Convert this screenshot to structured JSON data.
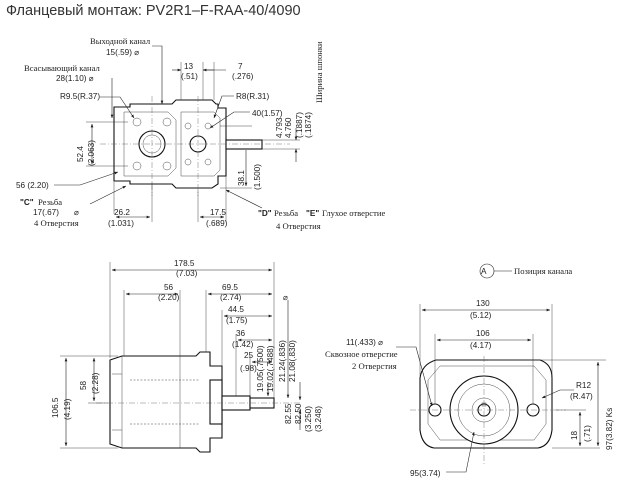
{
  "title": "Фланцевый монтаж: PV2R1–F-RAA-40/4090",
  "top_view": {
    "outlet_label": "Выходной канал",
    "outlet_dim": "15(.59) ⌀",
    "inlet_label": "Всасывающий канал",
    "inlet_dim": "28(1.10) ⌀",
    "r_left": "R9.5(R.37)",
    "r_right": "R8(R.31)",
    "dim_13": "13",
    "dim_13_in": "(.51)",
    "dim_7": "7",
    "dim_7_in": "(.276)",
    "dim_40": "40(1.57)",
    "dim_52": "52.4",
    "dim_52_in": "(2.063)",
    "dim_56": "56 (2.20)",
    "dim_38": "38.1",
    "dim_38_in": "(1.500)",
    "dim_4793": "4.793",
    "dim_4760": "4.760",
    "dim_1887": "(.1887)",
    "dim_1874": "(.1874)",
    "key_width_label": "Ширина шпонки",
    "c_letter": "\"C\"",
    "c_thread": "Резьба",
    "c_dim": "17(.67)",
    "c_dia": "⌀",
    "c_holes": "4 Отверстия",
    "dim_26": "26.2",
    "dim_26_in": "(1.031)",
    "dim_17_5": "17.5",
    "dim_17_5_in": "(.689)",
    "d_letter": "\"D\"",
    "d_thread": "Резьба",
    "e_letter": "\"E\"",
    "e_hole": "Глухое отверстие",
    "de_holes": "4 Отверстия"
  },
  "side_view": {
    "dim_178": "178.5",
    "dim_178_in": "(7.03)",
    "dim_56": "56",
    "dim_56_in": "(2.20)",
    "dim_69": "69.5",
    "dim_69_in": "(2.74)",
    "dim_44": "44.5",
    "dim_44_in": "(1.75)",
    "dim_36": "36",
    "dim_36_in": "(1.42)",
    "dim_25": "25",
    "dim_25_in": "(.98)",
    "dim_106": "106.5",
    "dim_106_in": "(4.19)",
    "dim_58": "58",
    "dim_58_in": "(2.28)",
    "shaft_a": "19.05(.7500)",
    "shaft_b": "19.02(.7488)",
    "shaft_c": "21.24(.836)",
    "shaft_d": "21.08(.830)",
    "shaft_e": "82.55",
    "shaft_f": "82.50",
    "shaft_g": "(3.250)",
    "shaft_h": "(3.248)",
    "dia_symbol": "⌀"
  },
  "end_view": {
    "circle_letter": "A",
    "port_position": "Позиция канала",
    "dim_130": "130",
    "dim_130_in": "(5.12)",
    "dim_106": "106",
    "dim_106_in": "(4.17)",
    "hole_dim": "11(.433) ⌀",
    "through_hole": "Сквозное отверстие",
    "holes_2": "2  Отверстия",
    "r12": "R12",
    "r12_in": "(R.47)",
    "dim_18": "18",
    "dim_18_in": "(.71)",
    "dim_97": "97(3.82) Ks",
    "dim_95": "95(3.74)"
  }
}
